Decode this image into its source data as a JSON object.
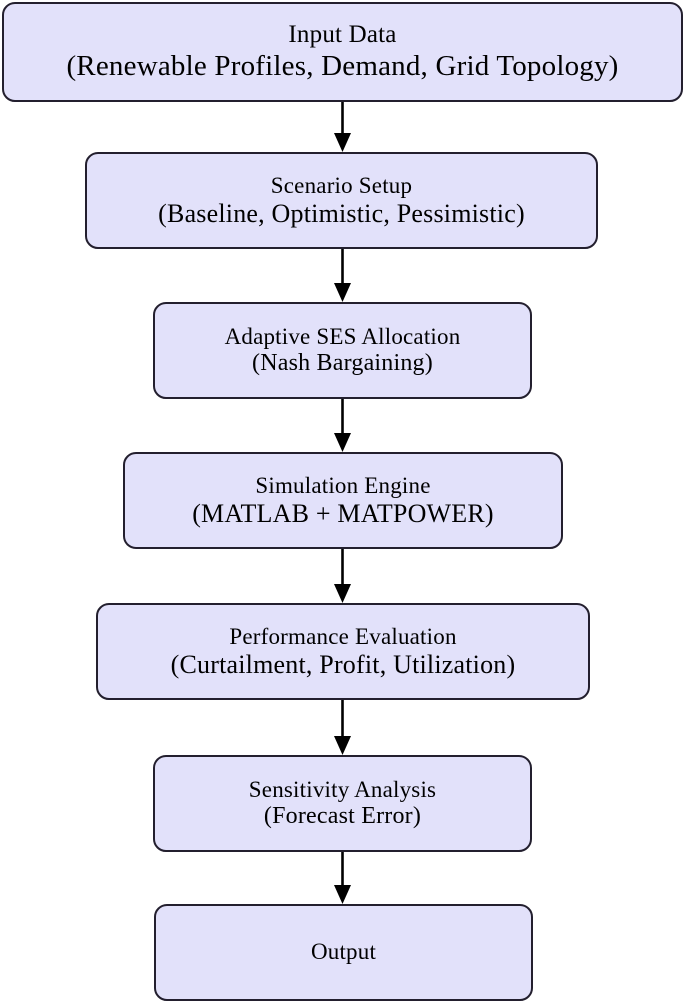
{
  "diagram": {
    "type": "flowchart",
    "orientation": "top-to-bottom",
    "fill_color": "#E2E1FA",
    "border_color": "#231F2E",
    "arrow_color": "#000000",
    "background_color": "#FFFFFF",
    "nodes": [
      {
        "id": "input",
        "line1": "Input Data",
        "line2": "(Renewable Profiles, Demand, Grid Topology)"
      },
      {
        "id": "scenario",
        "line1": "Scenario Setup",
        "line2": "(Baseline, Optimistic, Pessimistic)"
      },
      {
        "id": "allocation",
        "line1": "Adaptive SES Allocation",
        "line2": "(Nash Bargaining)"
      },
      {
        "id": "simulation",
        "line1": "Simulation Engine",
        "line2": "(MATLAB + MATPOWER)"
      },
      {
        "id": "performance",
        "line1": "Performance Evaluation",
        "line2": "(Curtailment, Profit, Utilization)"
      },
      {
        "id": "sensitivity",
        "line1": "Sensitivity Analysis",
        "line2": "(Forecast Error)"
      },
      {
        "id": "output",
        "line1": "Output",
        "line2": ""
      }
    ],
    "edges": [
      {
        "from": "input",
        "to": "scenario",
        "label": ""
      },
      {
        "from": "scenario",
        "to": "allocation",
        "label": ""
      },
      {
        "from": "allocation",
        "to": "simulation",
        "label": ""
      },
      {
        "from": "simulation",
        "to": "performance",
        "label": ""
      },
      {
        "from": "performance",
        "to": "sensitivity",
        "label": ""
      },
      {
        "from": "sensitivity",
        "to": "output",
        "label": ""
      }
    ]
  }
}
